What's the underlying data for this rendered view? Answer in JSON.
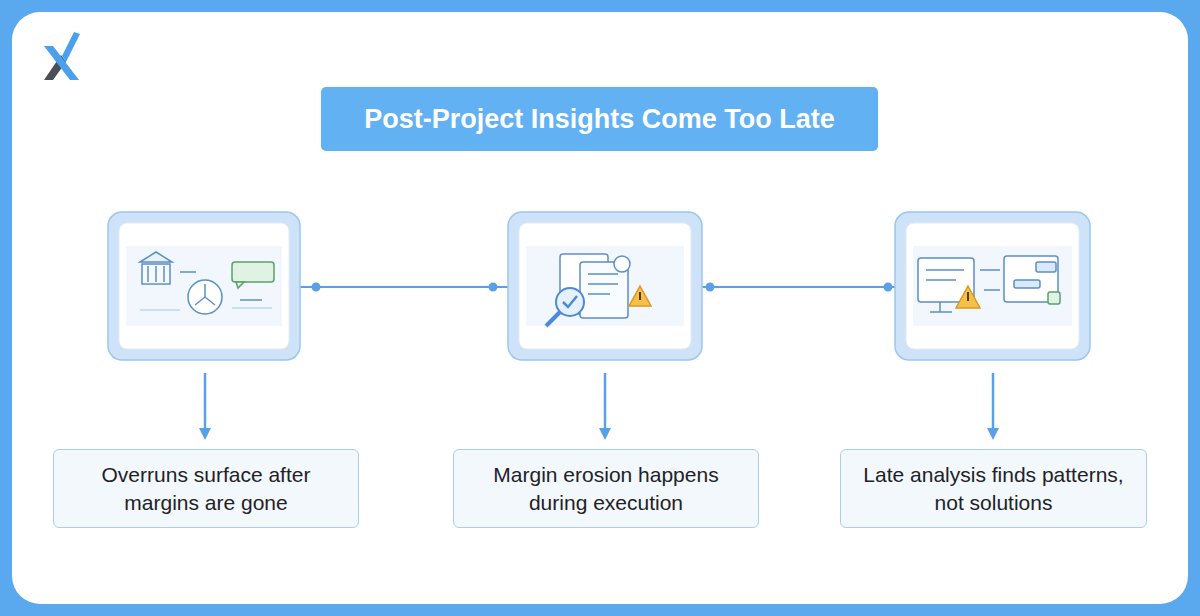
{
  "diagram": {
    "title": "Post-Project Insights Come Too Late",
    "nodes": [
      {
        "text": [
          "Overruns surface after margins are gone"
        ]
      },
      {
        "text": [
          "Margin erosion happens during execution"
        ]
      },
      {
        "text": [
          "Late analysis finds patterns, not solutions"
        ]
      }
    ]
  }
}
